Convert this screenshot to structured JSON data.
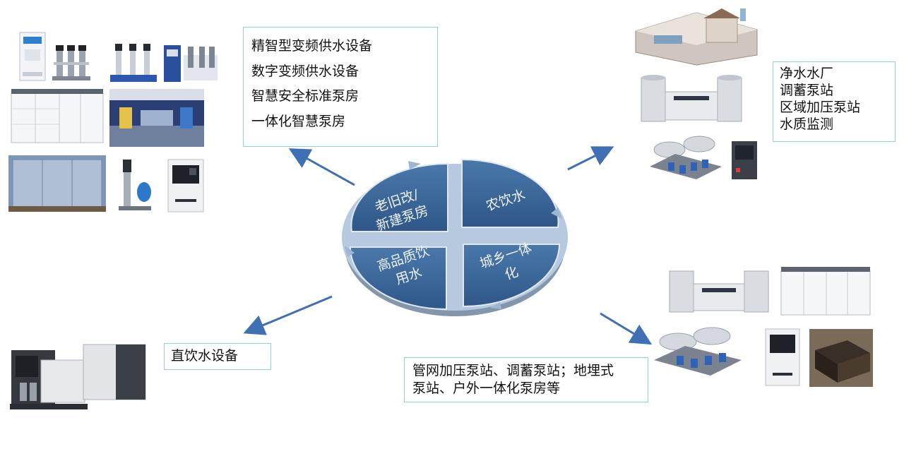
{
  "top_left_box": {
    "lines": [
      "精智型变频供水设备",
      "数字变频供水设备",
      "智慧安全标准泵房",
      "一体化智慧泵房"
    ]
  },
  "top_right_box": {
    "lines": [
      "净水水厂",
      "调蓄泵站",
      "区域加压泵站",
      "水质监测"
    ]
  },
  "bottom_left_box": {
    "lines": [
      "直饮水设备"
    ]
  },
  "bottom_right_box": {
    "lines": [
      "管网加压泵站、调蓄泵站；地埋式",
      "泵站、户外一体化泵房等"
    ]
  },
  "center_diagram": {
    "quadrants": {
      "top_left": [
        "老旧改/",
        "新建泵房"
      ],
      "top_right": [
        "农饮水"
      ],
      "bottom_right": [
        "城乡一体",
        "化"
      ],
      "bottom_left": [
        "高品质饮",
        "用水"
      ]
    },
    "colors": {
      "quadrant_fill": "#3b679a",
      "quadrant_edge": "#1f3f68",
      "ring": "#b7c9df",
      "arrow": "#3f6fb5"
    }
  }
}
